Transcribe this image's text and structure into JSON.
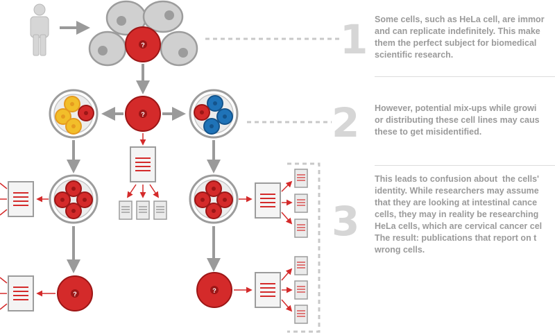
{
  "colors": {
    "red": "#d42a2a",
    "dark_red": "#9c1616",
    "grey_cell": "#d0d0d0",
    "grey_outline": "#9c9c9c",
    "yellow": "#f2be2a",
    "orange": "#e59a1f",
    "blue": "#1f73b8",
    "arrow_grey": "#9a9a9a",
    "text_grey": "#9a9a9a",
    "step_number_grey": "#d6d6d6"
  },
  "icons": {
    "person": "person-icon",
    "cell_marker": "question-mark-icon",
    "document": "document-icon",
    "petri_dish": "petri-dish-icon"
  },
  "cell_marker": "?",
  "steps": [
    {
      "number": "1",
      "text": "Some cells, such as HeLa cell, are immor\nand can replicate indefinitely. This make\nthem the perfect subject for biomedical\nscientific research."
    },
    {
      "number": "2",
      "text": "However, potential mix-ups while growi\nor distributing these cell lines may caus\nthese to get misidentified."
    },
    {
      "number": "3",
      "text": "This leads to confusion about  the cells'\nidentity. While researchers may assume\nthat they are looking at intestinal cance\ncells, they may in reality be researching\nHeLa cells, which are cervical cancer cel\nThe result: publications that report on t\nwrong cells."
    }
  ]
}
